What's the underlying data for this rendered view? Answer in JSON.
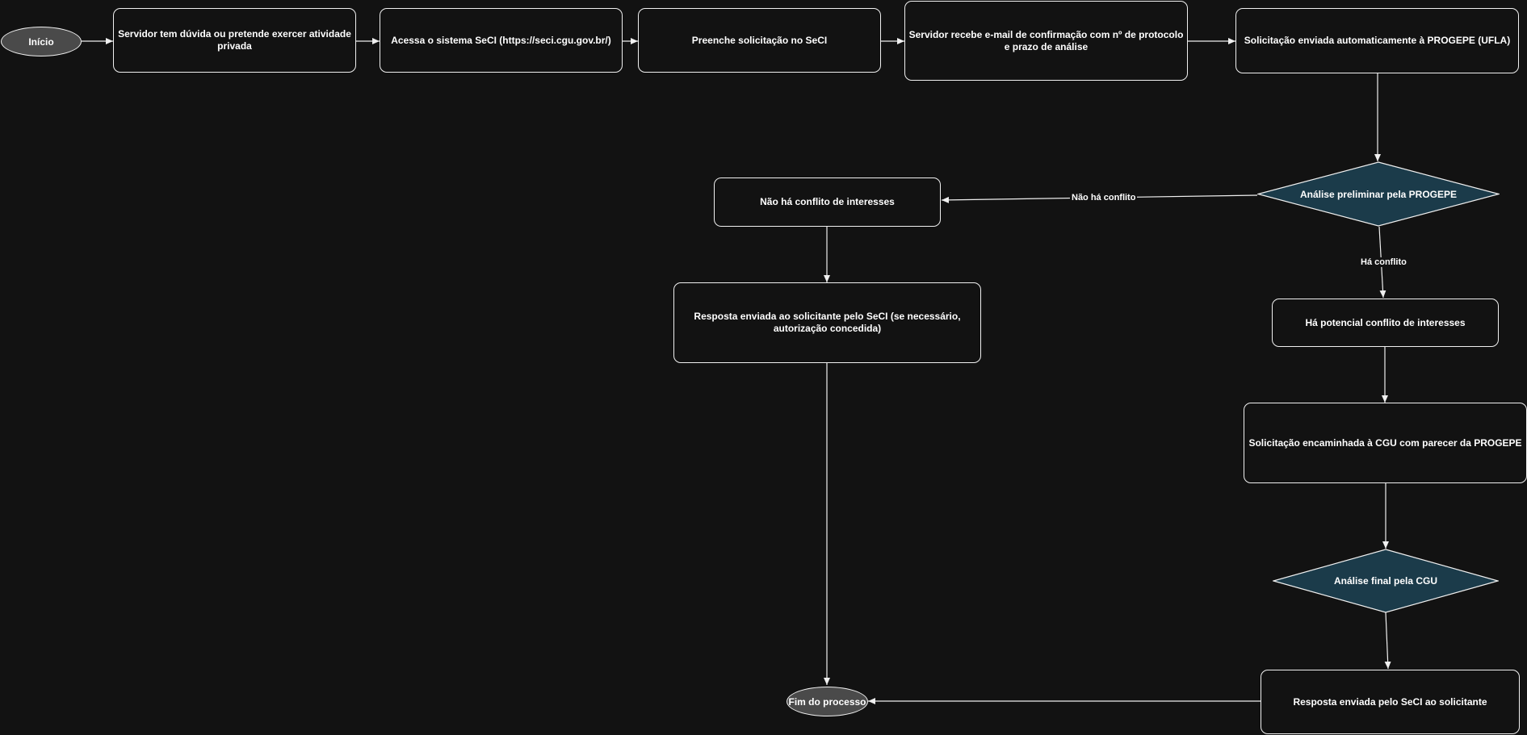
{
  "nodes": {
    "start": "Início",
    "doubt": "Servidor tem dúvida ou pretende exercer atividade privada",
    "access": "Acessa o sistema SeCI (https://seci.cgu.gov.br/)",
    "fill": "Preenche solicitação no SeCI",
    "email": "Servidor recebe e-mail de confirmação com nº de protocolo e prazo de análise",
    "sent_progepe": "Solicitação enviada automaticamente à PROGEPE (UFLA)",
    "prelim": "Análise preliminar pela PROGEPE",
    "no_conflict": "Não há conflito de interesses",
    "response_ok": "Resposta enviada ao solicitante pelo SeCI (se necessário, autorização concedida)",
    "potential": "Há potencial conflito de interesses",
    "to_cgu": "Solicitação encaminhada à CGU com parecer da PROGEPE",
    "final_cgu": "Análise final pela CGU",
    "response_cgu": "Resposta enviada pelo SeCI ao solicitante",
    "end": "Fim do processo"
  },
  "edge_labels": {
    "no_conflict": "Não há conflito",
    "conflict": "Há conflito"
  },
  "colors": {
    "background": "#121212",
    "stroke": "#f0f0f0",
    "decision_fill": "#1b3b4a",
    "terminal_fill": "#4a4a4a"
  }
}
